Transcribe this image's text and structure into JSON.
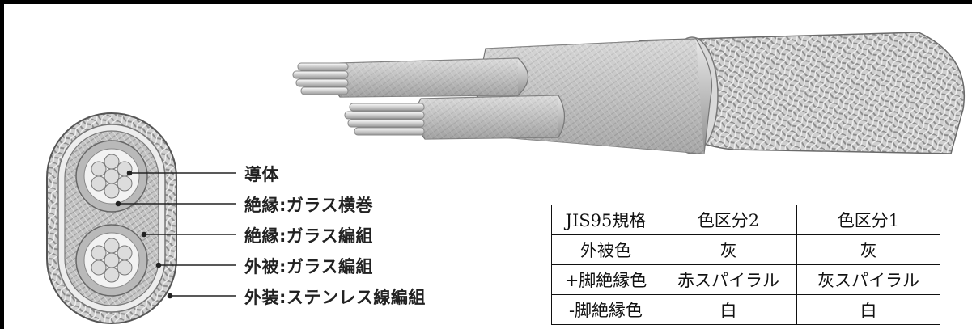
{
  "labels": {
    "conductor": "導体",
    "insulation_wrap": "絶縁:ガラス横巻",
    "insulation_braid": "絶縁:ガラス編組",
    "sheath": "外被:ガラス編組",
    "armor": "外装:ステンレス線編組"
  },
  "table": {
    "header": [
      "JIS95規格",
      "色区分2",
      "色区分1"
    ],
    "rows": [
      [
        "外被色",
        "灰",
        "灰"
      ],
      [
        "+脚絶縁色",
        "赤スパイラル",
        "灰スパイラル"
      ],
      [
        "-脚絶縁色",
        "白",
        "白"
      ]
    ]
  },
  "colors": {
    "braid": "#c8c8c8",
    "insulation": "#bdbdbd",
    "conductor": "#e6e6e6",
    "outline": "#555555"
  }
}
